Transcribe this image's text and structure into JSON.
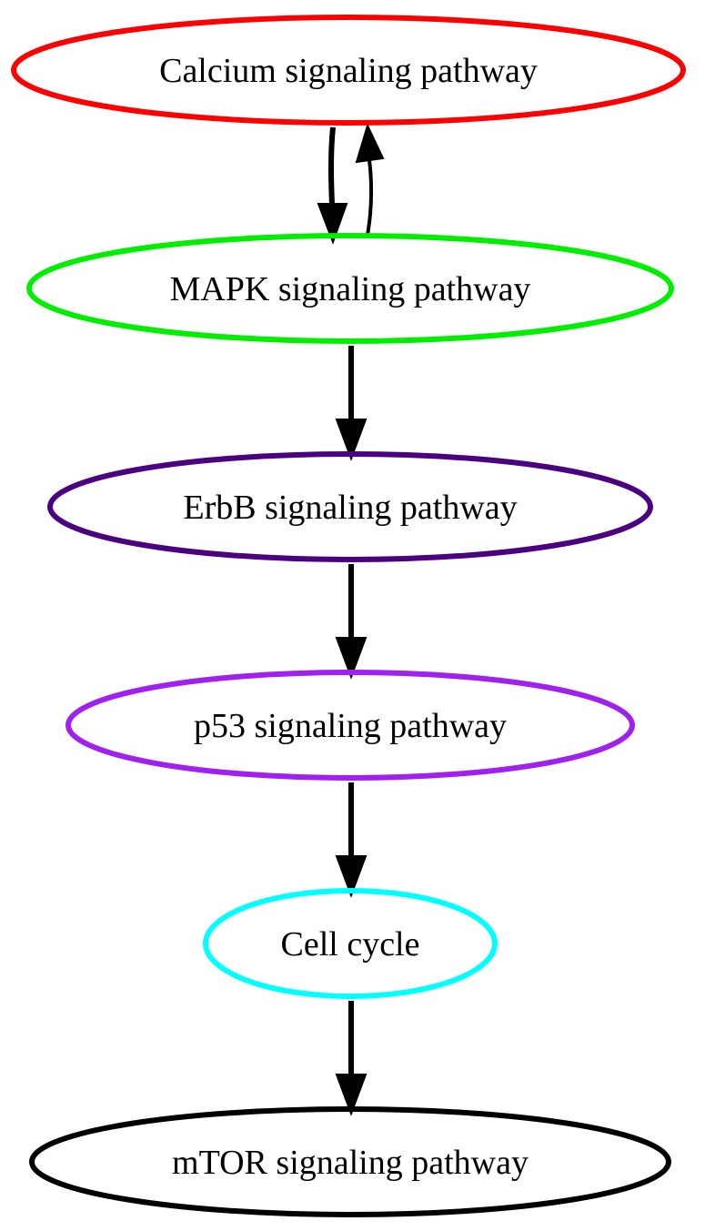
{
  "nodes": [
    {
      "id": "calcium",
      "label": "Calcium signaling pathway",
      "color": "#ff0000"
    },
    {
      "id": "mapk",
      "label": "MAPK signaling pathway",
      "color": "#00ee00"
    },
    {
      "id": "erbb",
      "label": "ErbB signaling pathway",
      "color": "#4b0082"
    },
    {
      "id": "p53",
      "label": "p53 signaling pathway",
      "color": "#a020f0"
    },
    {
      "id": "cellcycle",
      "label": "Cell cycle",
      "color": "#00ffff"
    },
    {
      "id": "mtor",
      "label": "mTOR signaling pathway",
      "color": "#000000"
    }
  ],
  "edges": [
    {
      "from": "calcium",
      "to": "mapk"
    },
    {
      "from": "mapk",
      "to": "calcium"
    },
    {
      "from": "mapk",
      "to": "erbb"
    },
    {
      "from": "erbb",
      "to": "p53"
    },
    {
      "from": "p53",
      "to": "cellcycle"
    },
    {
      "from": "cellcycle",
      "to": "mtor"
    }
  ]
}
